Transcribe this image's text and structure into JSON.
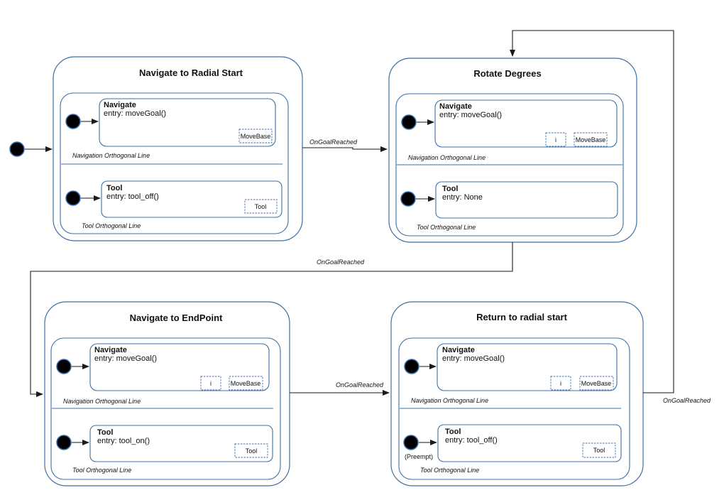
{
  "states": {
    "s1": {
      "title": "Navigate to Radial Start",
      "nav": {
        "name": "Navigate",
        "entry": "entry: moveGoal()",
        "comp_movebase": "MoveBase"
      },
      "nav_region": "Navigation Orthogonal Line",
      "tool": {
        "name": "Tool",
        "entry": "entry: tool_off()",
        "comp_tool": "Tool"
      },
      "tool_region": "Tool Orthogonal Line"
    },
    "s2": {
      "title": "Rotate Degrees",
      "nav": {
        "name": "Navigate",
        "entry": "entry: moveGoal()",
        "comp_i": "i",
        "comp_movebase": "MoveBase"
      },
      "nav_region": "Navigation Orthogonal Line",
      "tool": {
        "name": "Tool",
        "entry": "entry: None"
      },
      "tool_region": "Tool  Orthogonal Line"
    },
    "s3": {
      "title": "Navigate to EndPoint",
      "nav": {
        "name": "Navigate",
        "entry": "entry: moveGoal()",
        "comp_i": "i",
        "comp_movebase": "MoveBase"
      },
      "nav_region": "Navigation Orthogonal Line",
      "tool": {
        "name": "Tool",
        "entry": "entry: tool_on()",
        "comp_tool": "Tool"
      },
      "tool_region": "Tool Orthogonal Line"
    },
    "s4": {
      "title": "Return to radial start",
      "nav": {
        "name": "Navigate",
        "entry": "entry: moveGoal()",
        "comp_i": "i",
        "comp_movebase": "MoveBase"
      },
      "nav_region": "Navigation Orthogonal Line",
      "tool": {
        "name": "Tool",
        "entry": "entry: tool_off()",
        "comp_tool": "Tool"
      },
      "tool_region": "Tool Orthogonal Line",
      "preempt": "(Preempt)"
    }
  },
  "transitions": {
    "t1": "OnGoalReached",
    "t2": "OnGoalReached",
    "t3": "OnGoalReached",
    "t4": "OnGoalReached"
  },
  "colors": {
    "border": "#3b6fa8",
    "wire": "#1a1a1a"
  }
}
